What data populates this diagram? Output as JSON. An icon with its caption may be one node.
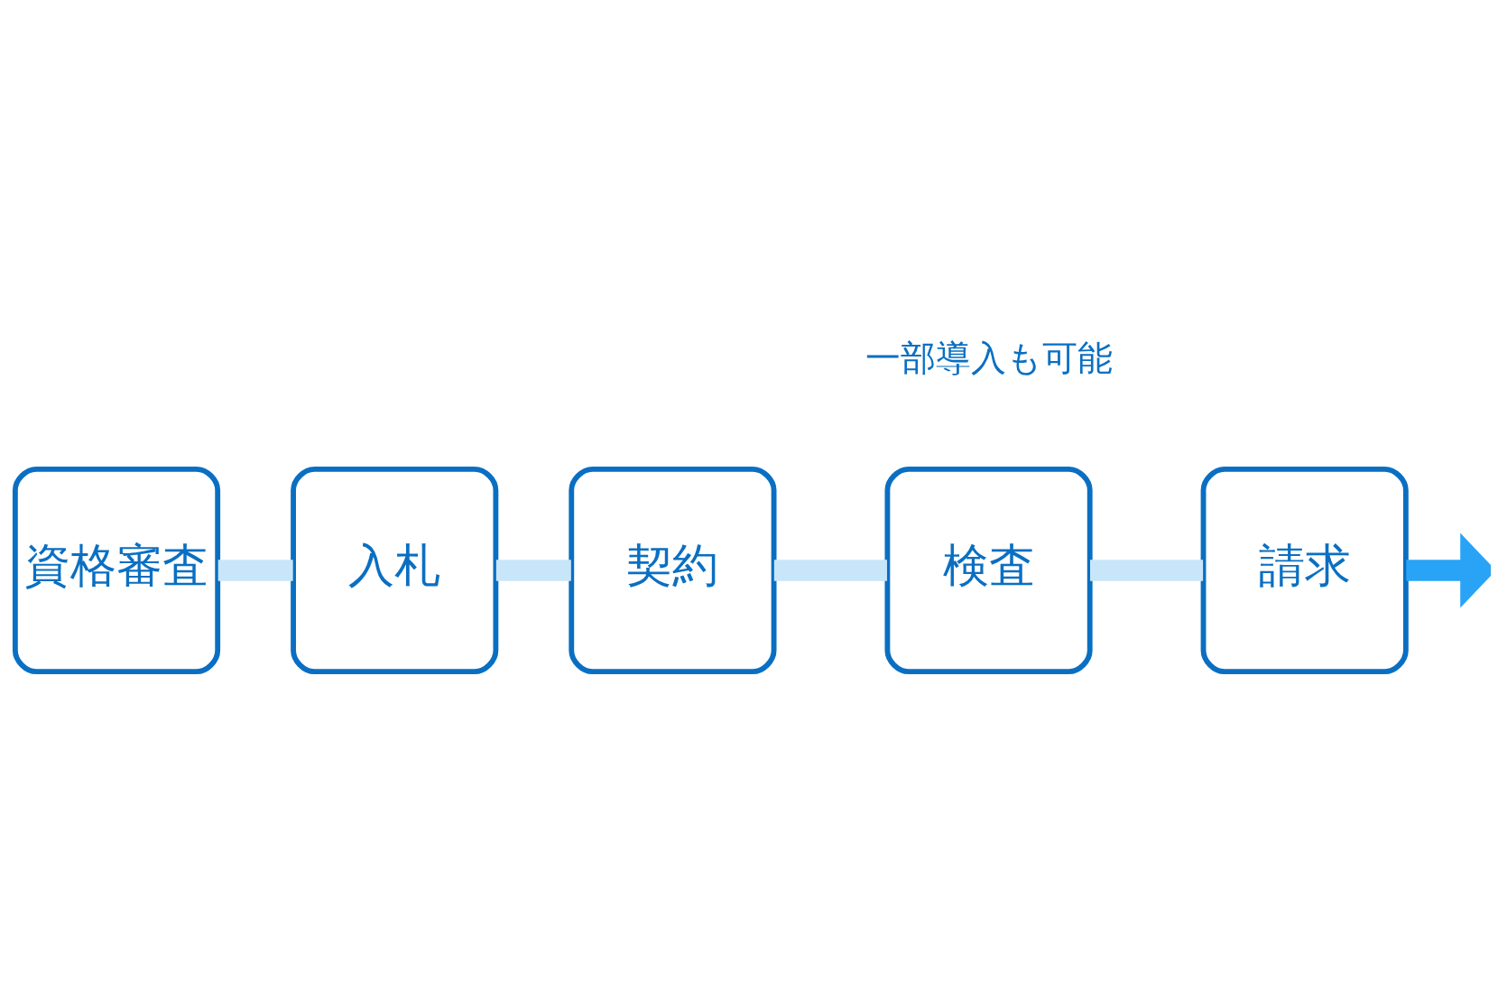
{
  "diagram": {
    "nodes": [
      {
        "text": [
          "資格審査"
        ]
      },
      {
        "text": [
          "入札"
        ]
      },
      {
        "text": [
          "契約"
        ]
      },
      {
        "text": [
          "検査"
        ]
      },
      {
        "text": [
          "請求"
        ]
      }
    ],
    "edges": [
      {
        "from": 0,
        "to": 1,
        "arrow": "none"
      },
      {
        "from": 1,
        "to": 2,
        "arrow": "none"
      },
      {
        "from": 2,
        "to": 3,
        "arrow": "none"
      },
      {
        "from": 3,
        "to": 4,
        "arrow": "none"
      },
      {
        "from": 4,
        "to": null,
        "arrow": "to",
        "color": "#29a3f5"
      }
    ],
    "labels": [
      "一部導入も可能"
    ]
  }
}
